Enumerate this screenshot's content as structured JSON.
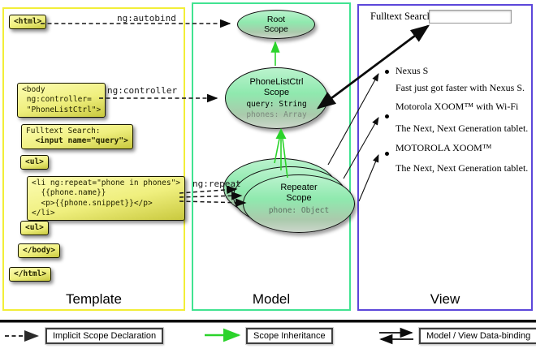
{
  "panels": {
    "template": "Template",
    "model": "Model",
    "view": "View"
  },
  "arrow_labels": {
    "ng_autobind": "ng:autobind",
    "ng_controller": "ng:controller",
    "ng_repeat": "ng:repeat"
  },
  "template_code": {
    "html_open": "<html>",
    "body_open": "<body\n ng:controller=\n \"PhoneListCtrl\">",
    "fulltext_line1": "Fulltext Search:",
    "fulltext_line2": "  <input name=\"query\">",
    "ul_open": "<ul>",
    "li_repeat": "<li ng:repeat=\"phone in phones\">\n  {{phone.name}}\n  <p>{{phone.snippet}}</p>\n</li>",
    "ul_close": "<ul>",
    "body_close": "</body>",
    "html_close": "</html>"
  },
  "model": {
    "root_scope_title": "Root\nScope",
    "phonelist_scope_title": "PhoneListCtrl\nScope",
    "phonelist_query": "query: String",
    "phonelist_phones": "phones: Array",
    "repeater_scope_title": "Repeater\nScope",
    "repeater_phone": "phone: Object"
  },
  "view": {
    "search_label": "Fulltext Search:",
    "search_value": "",
    "products": [
      {
        "name": "Nexus S",
        "desc": "Fast just got faster with Nexus S."
      },
      {
        "name": "Motorola XOOM™ with Wi-Fi",
        "desc": "The Next, Next Generation tablet."
      },
      {
        "name": "MOTOROLA XOOM™",
        "desc": "The Next, Next Generation tablet."
      }
    ]
  },
  "legend": {
    "implicit": "Implicit Scope Declaration",
    "inheritance": "Scope Inheritance",
    "databinding": "Model / View Data-binding"
  },
  "colors": {
    "template_border": "#f2ee38",
    "model_border": "#41e391",
    "view_border": "#5c47da",
    "scope_fill_top": "#bbf3ce",
    "scope_fill_bottom": "#ccd6cb",
    "code_box_top": "#fcfcb2",
    "code_box_bottom": "#c9c93e",
    "green_arrow": "#2bd32b"
  }
}
